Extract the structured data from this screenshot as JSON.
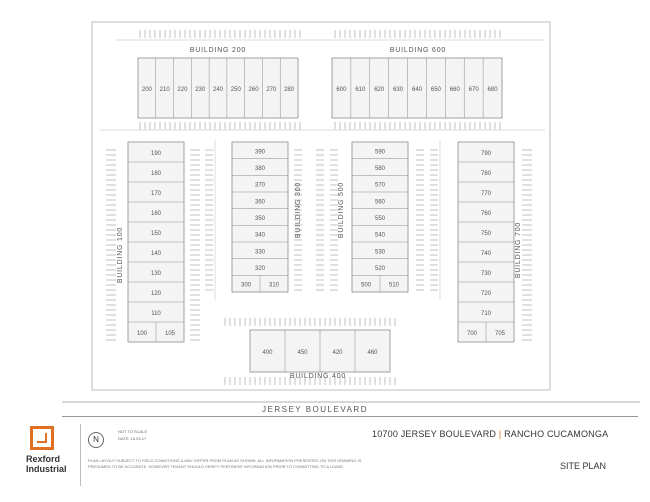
{
  "buildings": [
    {
      "name": "BUILDING 200",
      "units": [
        "200",
        "210",
        "220",
        "230",
        "240",
        "250",
        "260",
        "270",
        "280"
      ]
    },
    {
      "name": "BUILDING 600",
      "units": [
        "600",
        "610",
        "620",
        "630",
        "640",
        "650",
        "660",
        "670",
        "680"
      ]
    },
    {
      "name": "BUILDING 100",
      "units": [
        "190",
        "180",
        "170",
        "160",
        "150",
        "140",
        "130",
        "120",
        "110",
        "100",
        "105"
      ]
    },
    {
      "name": "BUILDING 300",
      "units": [
        "390",
        "380",
        "370",
        "360",
        "350",
        "340",
        "330",
        "320",
        "300",
        "310"
      ]
    },
    {
      "name": "BUILDING 500",
      "units": [
        "590",
        "580",
        "570",
        "560",
        "550",
        "540",
        "530",
        "520",
        "500",
        "510"
      ]
    },
    {
      "name": "BUILDING 700",
      "units": [
        "790",
        "780",
        "770",
        "760",
        "750",
        "740",
        "730",
        "720",
        "710",
        "700",
        "705"
      ]
    },
    {
      "name": "BUILDING 400",
      "units": [
        "400",
        "450",
        "420",
        "460"
      ]
    }
  ],
  "street": "JERSEY BOULEVARD",
  "title_block": {
    "logo_line1": "Rexford",
    "logo_line2": "Industrial",
    "north_label": "N",
    "scale_note": "NOT TO SCALE",
    "date_note": "DATE: 10.03.17",
    "address": "10700 JERSEY BOULEVARD",
    "separator": "|",
    "city": "RANCHO CUCAMONGA",
    "disclaimer": "PLAN LAYOUT SUBJECT TO FIELD CONDITIONS & MAY DIFFER FROM PLAN AS SHOWN. ALL INFORMATION PRESENTED ON THIS DRAWING IS PRESUMED TO BE ACCURATE, HOWEVER TENANT SHOULD VERIFY PERTINENT INFORMATION PRIOR TO COMMITTING TO A LEASE.",
    "sheet_title": "SITE PLAN"
  },
  "colors": {
    "accent": "#e0701f",
    "line": "#8a8a8a",
    "fill": "#f4f4f4"
  }
}
